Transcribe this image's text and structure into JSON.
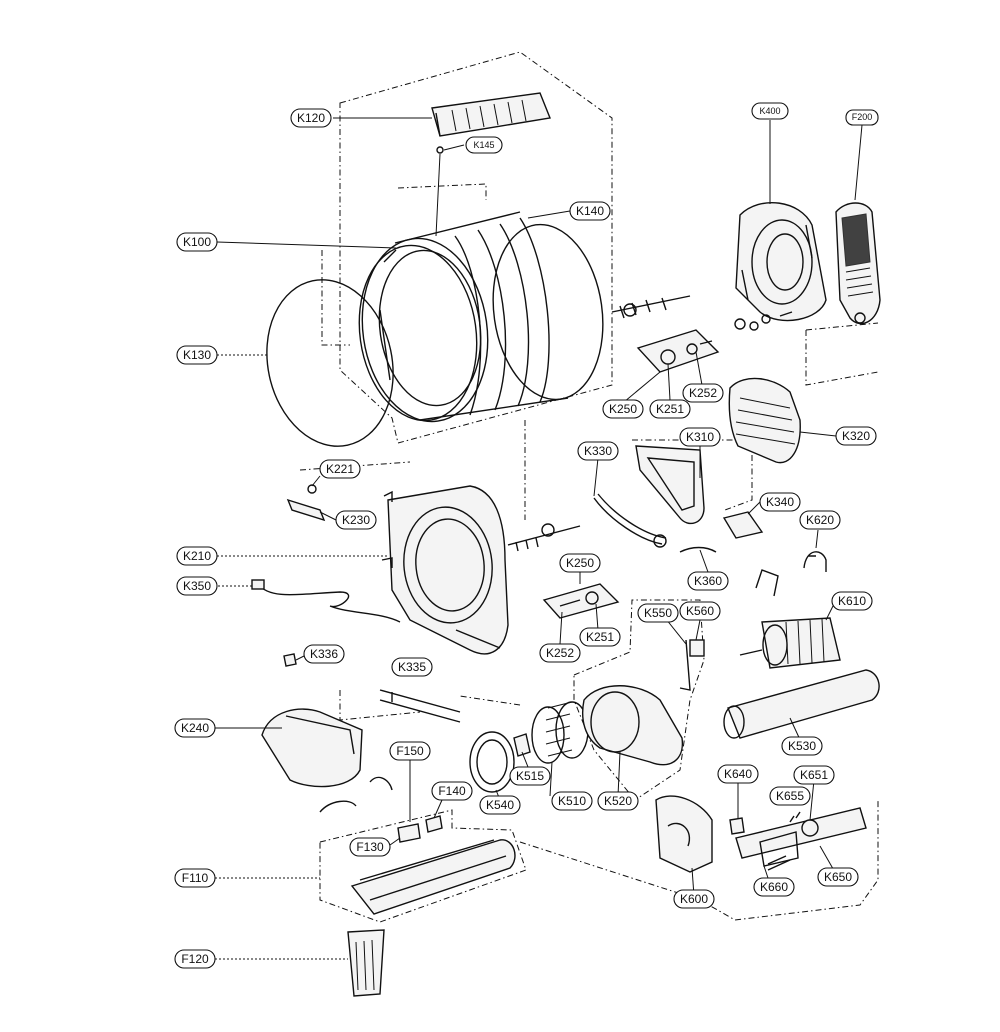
{
  "labels": {
    "K120": "K120",
    "K145": "K145",
    "K140": "K140",
    "K100": "K100",
    "K130": "K130",
    "K400": "K400",
    "F200": "F200",
    "K250a": "K250",
    "K251a": "K251",
    "K252a": "K252",
    "K320": "K320",
    "K310": "K310",
    "K330": "K330",
    "K221": "K221",
    "K230": "K230",
    "K340": "K340",
    "K620": "K620",
    "K210": "K210",
    "K250b": "K250",
    "K360": "K360",
    "K350": "K350",
    "K610": "K610",
    "K550": "K550",
    "K560": "K560",
    "K252b": "K252",
    "K251b": "K251",
    "K336": "K336",
    "K335": "K335",
    "K240": "K240",
    "K530": "K530",
    "K515": "K515",
    "F150": "F150",
    "K640": "K640",
    "K651": "K651",
    "K655": "K655",
    "F140": "F140",
    "K540": "K540",
    "K510": "K510",
    "K520": "K520",
    "F130": "F130",
    "F110": "F110",
    "K660": "K660",
    "K650": "K650",
    "K600": "K600",
    "F120": "F120"
  },
  "colors": {
    "line": "#111111",
    "background": "#ffffff"
  }
}
